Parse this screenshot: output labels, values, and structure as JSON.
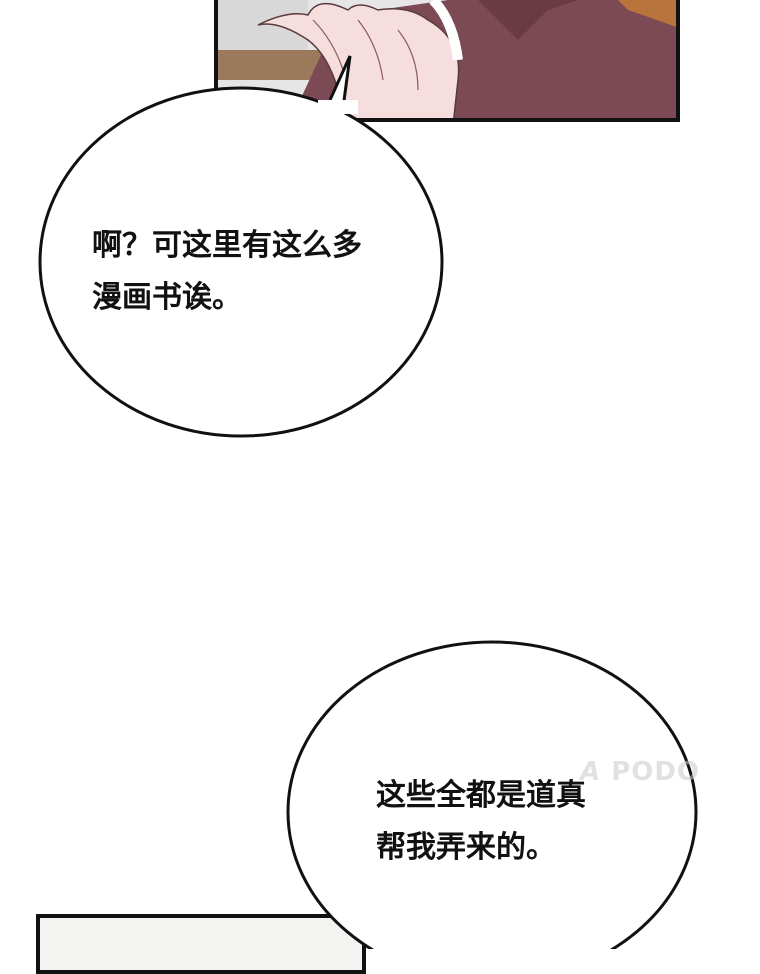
{
  "panels": {
    "top": {
      "description_colors": {
        "shirt": "#7c4a55",
        "skin": "#f4dcdc",
        "wall": "#e4e4e4"
      }
    },
    "bottom": {
      "background": "#f3f3f1"
    }
  },
  "bubbles": [
    {
      "lines": [
        "啊？可这里有这么多",
        "漫画书诶。"
      ]
    },
    {
      "lines": [
        "这些全都是道真",
        "帮我弄来的。"
      ]
    }
  ],
  "watermark": {
    "logo": "A",
    "text": "PODO"
  }
}
